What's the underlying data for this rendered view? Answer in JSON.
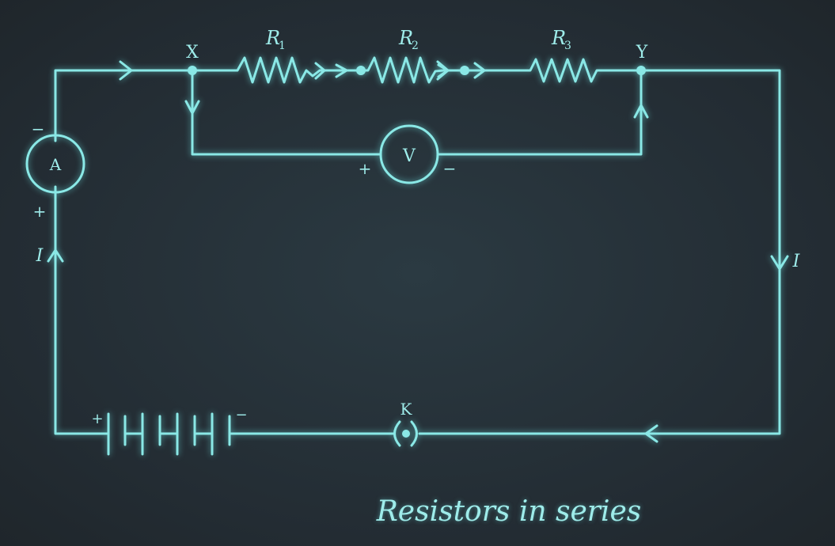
{
  "labels": {
    "node_x": "X",
    "node_y": "Y",
    "r1": "R",
    "r1_sub": "1",
    "r2": "R",
    "r2_sub": "2",
    "r3": "R",
    "r3_sub": "3",
    "voltmeter": "V",
    "ammeter": "A",
    "key": "K",
    "current_left": "I",
    "current_right": "I",
    "plus": "+",
    "minus": "−"
  },
  "caption": "Resistors in series",
  "colors": {
    "wire": "#8ae8e6",
    "background": "#263238"
  }
}
